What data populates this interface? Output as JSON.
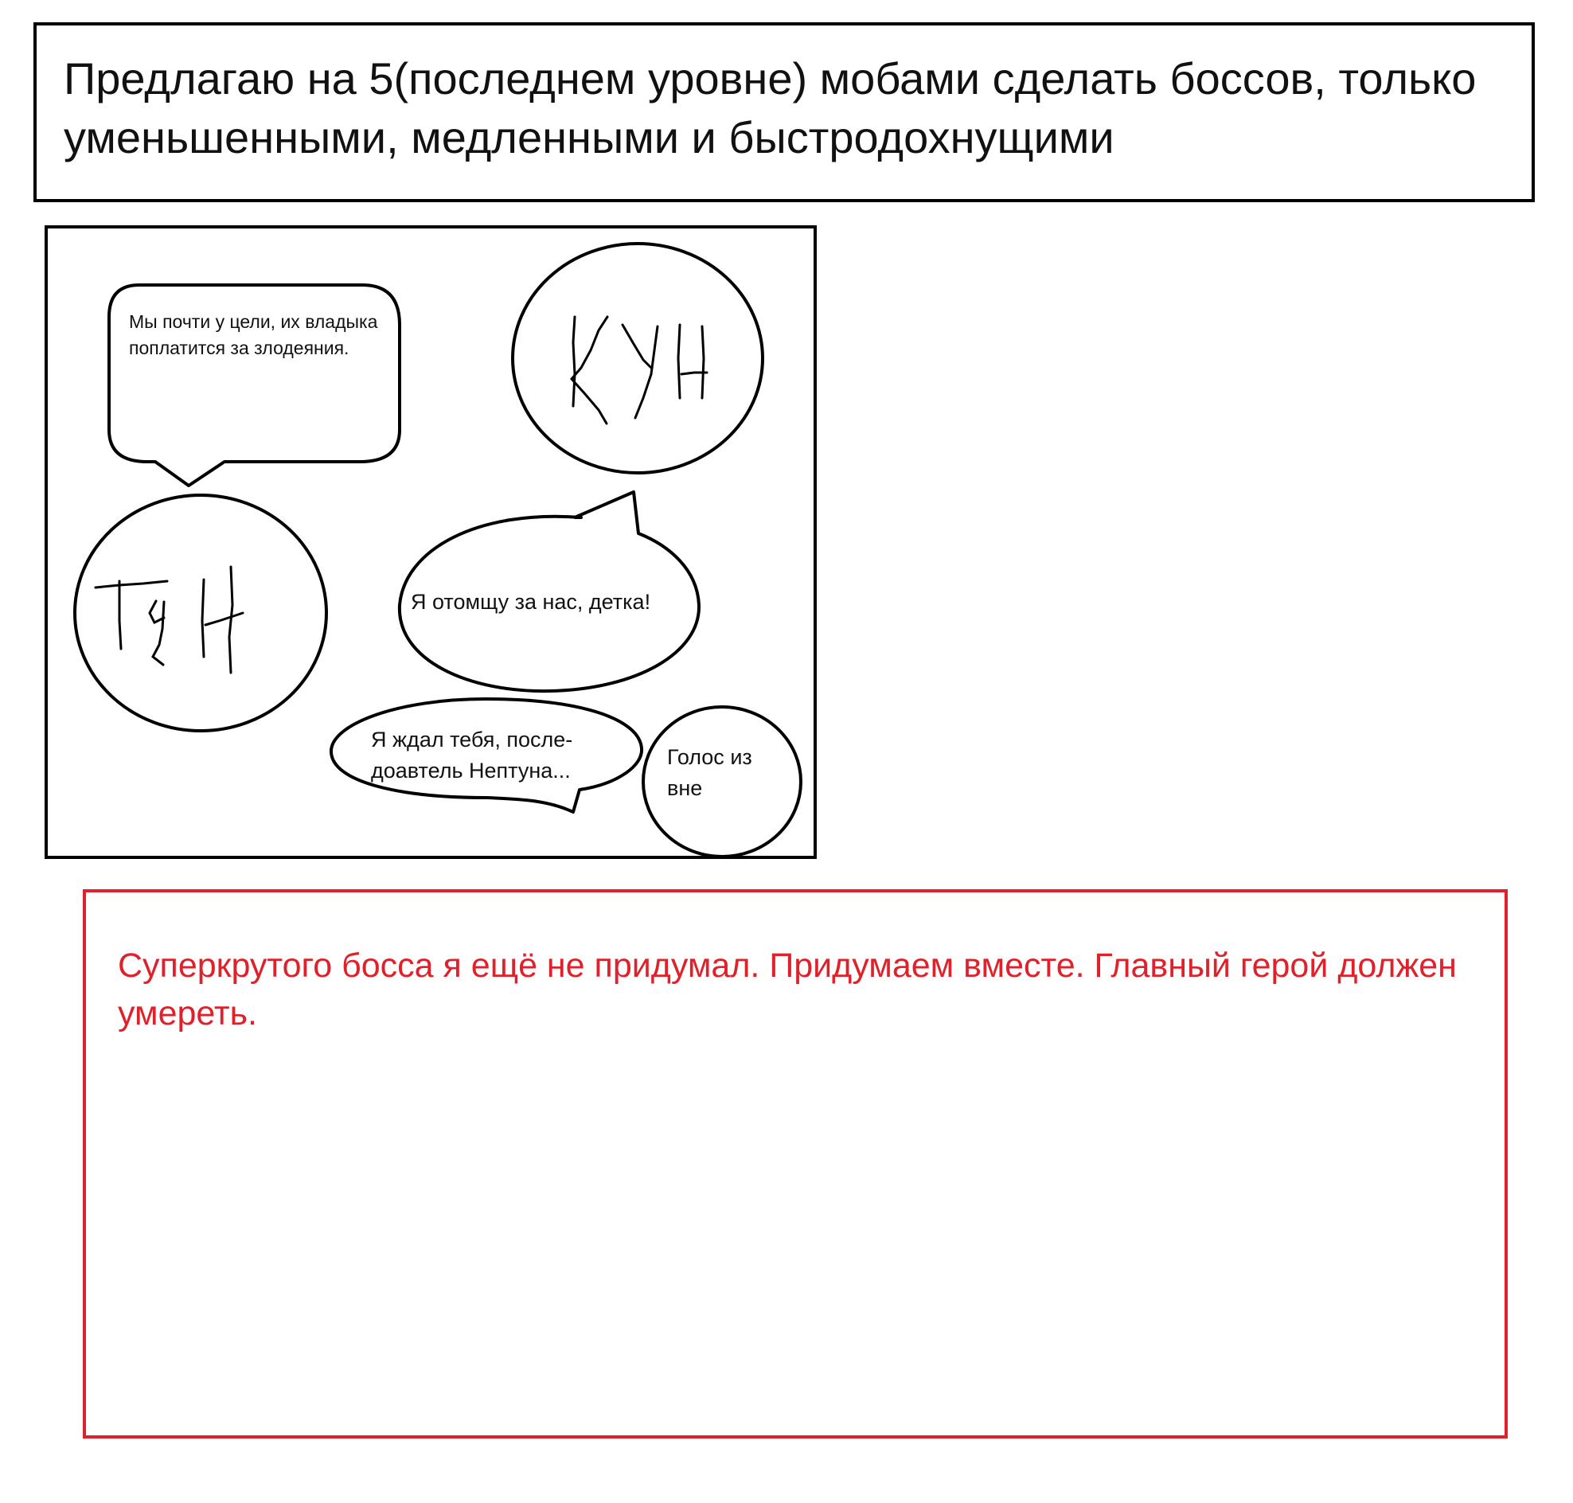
{
  "proposal": {
    "text": "Предлагаю на 5(последнем уровне) мобами сделать боссов, только уменьшенными, медленными и быстродохнущими"
  },
  "comic": {
    "bubble_ally": "Мы почти у цели, их владыка поплатится за злодеяния.",
    "bubble_hero": "Я отомщу за нас, детка!",
    "bubble_boss": "Я ждал тебя, после-доавтель Нептуна...",
    "bubble_voice": "Голос из вне",
    "character_top_label": "КУН",
    "character_left_label": "ТЯН"
  },
  "note": {
    "text": "Суперкрутого босса я ещё не придумал. Придумаем вместе. Главный герой должен умереть.",
    "color": "#e0202a"
  }
}
